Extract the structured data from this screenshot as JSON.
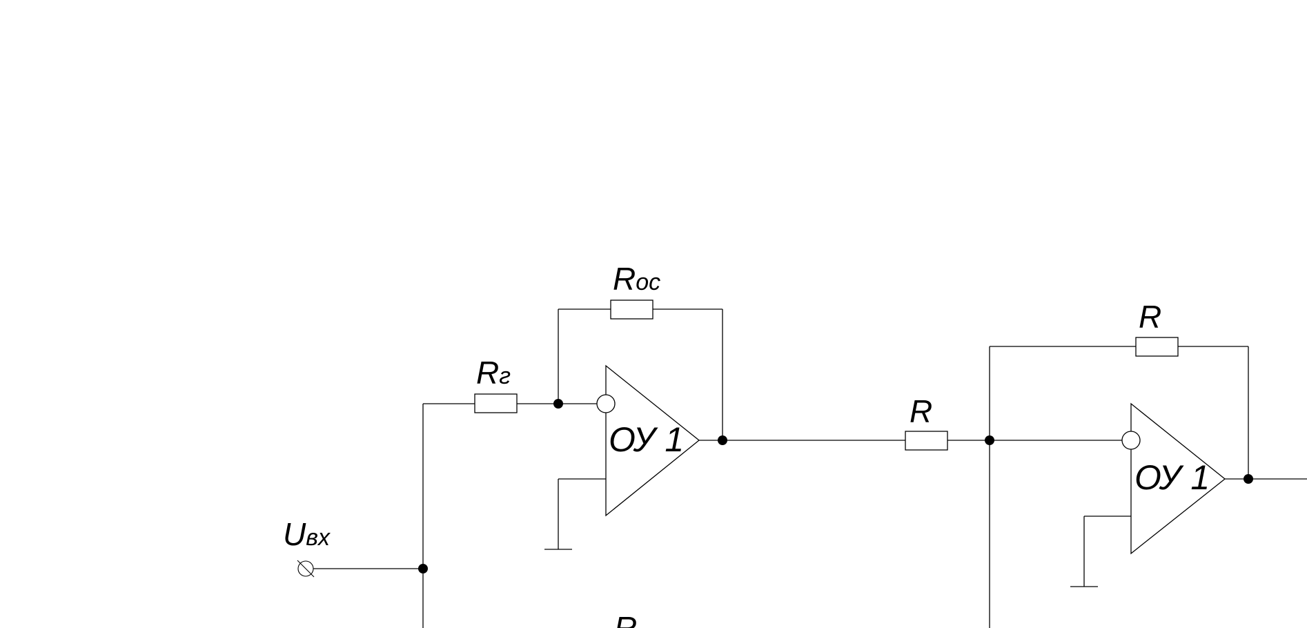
{
  "diagram": {
    "input": {
      "label_main": "U",
      "label_sub": "вх"
    },
    "stage1": {
      "input_resistor": {
        "label_main": "R",
        "label_sub": "г"
      },
      "feedback_resistor": {
        "label_main": "R",
        "label_sub": "ос"
      },
      "amplifier_label": "ОУ 1"
    },
    "link_resistor": {
      "label_main": "R"
    },
    "stage2": {
      "feedback_resistor": {
        "label_main": "R"
      },
      "amplifier_label": "ОУ 1"
    },
    "bottom_resistor": {
      "label_main": "R"
    }
  }
}
